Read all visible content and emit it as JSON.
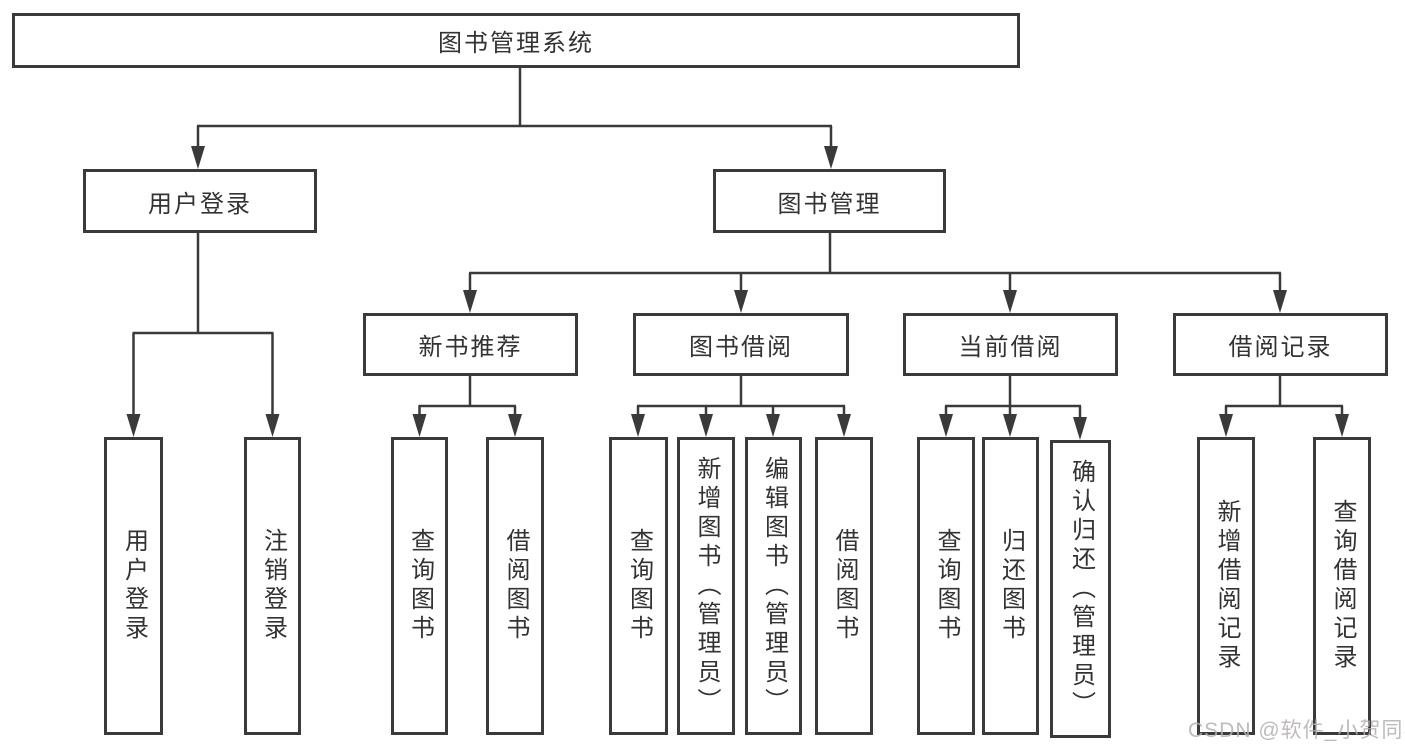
{
  "page": {
    "watermark": "CSDN @软件_小贺同学",
    "line_color": "#3a3a3a",
    "text_color": "#333333",
    "background_color": "#ffffff"
  },
  "nodes": {
    "root": {
      "label": "图书管理系统"
    },
    "user_login": {
      "label": "用户登录"
    },
    "book_mgmt": {
      "label": "图书管理"
    },
    "new_books": {
      "label": "新书推荐"
    },
    "book_borrow": {
      "label": "图书借阅"
    },
    "current_borrow": {
      "label": "当前借阅"
    },
    "borrow_records": {
      "label": "借阅记录"
    },
    "leaf_user_login": {
      "label": "用户登录"
    },
    "leaf_logout": {
      "label": "注销登录"
    },
    "leaf_nb_query": {
      "label": "查询图书"
    },
    "leaf_nb_borrow": {
      "label": "借阅图书"
    },
    "leaf_bb_query": {
      "label": "查询图书"
    },
    "leaf_bb_add": {
      "label": "新增图书（管理员）"
    },
    "leaf_bb_edit": {
      "label": "编辑图书（管理员）"
    },
    "leaf_bb_borrow": {
      "label": "借阅图书"
    },
    "leaf_cb_query": {
      "label": "查询图书"
    },
    "leaf_cb_return": {
      "label": "归还图书"
    },
    "leaf_cb_confirm": {
      "label": "确认归还（管理员）"
    },
    "leaf_br_add": {
      "label": "新增借阅记录"
    },
    "leaf_br_query": {
      "label": "查询借阅记录"
    }
  }
}
